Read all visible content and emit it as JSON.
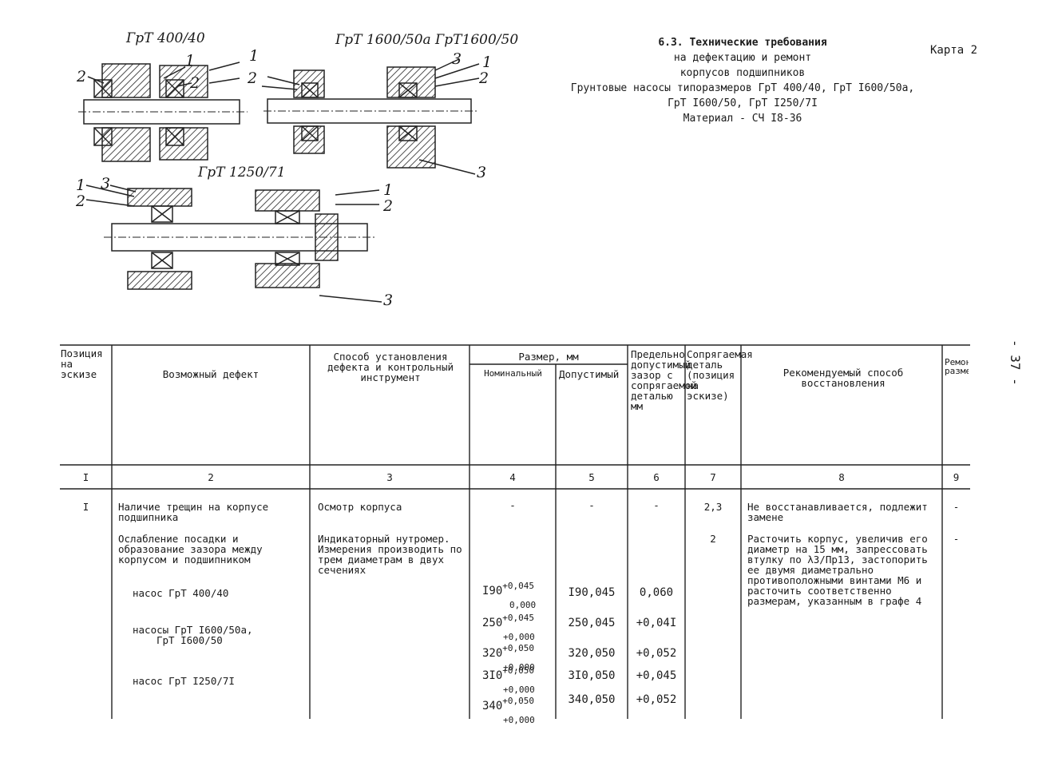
{
  "header": {
    "title": "6.3. Технические требования",
    "line2": "на дефектацию и ремонт",
    "line3": "корпусов подшипников",
    "line4": "Грунтовые насосы типоразмеров ГрТ 400/40, ГрТ I600/50а,",
    "line5": "ГрТ I600/50, ГрТ I250/7I",
    "line6": "Материал - СЧ I8-36",
    "karta": "Карта 2",
    "page_side": "- 37 -"
  },
  "sketch": {
    "label_a": "ГрТ 400/40",
    "label_b": "ГрТ 1600/50а ГрТ1600/50",
    "label_c": "ГрТ 1250/71",
    "callouts": [
      "1",
      "2",
      "3"
    ]
  },
  "table": {
    "headers": {
      "c1": "Позиция на эскизе",
      "c2": "Возможный дефект",
      "c3": "Способ установления дефекта и контрольный инструмент",
      "size": "Размер, мм",
      "c4": "Номинальный",
      "c5": "Допустимый",
      "c6": "Предельно допустимый зазор с сопрягаемой деталью мм",
      "c7": "Сопрягаемая деталь (позиция на эскизе)",
      "c8": "Рекомендуемый способ восстановления",
      "c9": "Ремонтный размер"
    },
    "col_numbers": [
      "I",
      "2",
      "3",
      "4",
      "5",
      "6",
      "7",
      "8",
      "9"
    ],
    "pos": "I",
    "row1": {
      "defect": "Наличие трещин на корпусе подшипника",
      "method": "Осмотр корпуса",
      "nominal": "-",
      "allowed": "-",
      "limit": "-",
      "mating": "2,3",
      "restore": "Не восстанавливается, подлежит замене",
      "repair": "-"
    },
    "row2": {
      "defect": "Ослабление посадки и образование зазора между корпусом и подшипником",
      "method": "Индикаторный нутромер. Измерения производить по трем диаметрам в двух сечениях",
      "mating": "2",
      "restore": "Расточить корпус, увеличив его диаметр на 15 мм, запрессовать втулку по λ3/Пр13, застопорить ее двумя диаметрально противоположными винтами М6 и расточить соответственно размерам, указанным в графе 4",
      "repair": "-"
    },
    "sub1": "насос ГрТ 400/40",
    "sub2a": "насосы ГрТ I600/50а,",
    "sub2b": "ГрТ I600/50",
    "sub3": "насос ГрТ I250/7I",
    "dims": [
      {
        "base": "I90",
        "up": "+0,045",
        "low": "0,000",
        "allowed": "I90,045",
        "limit": "0,060"
      },
      {
        "base": "250",
        "up": "+0,045",
        "low": "+0,000",
        "allowed": "250,045",
        "limit": "+0,04I"
      },
      {
        "base": "320",
        "up": "+0,050",
        "low": "+0,000",
        "allowed": "320,050",
        "limit": "+0,052"
      },
      {
        "base": "3I0",
        "up": "+0,050",
        "low": "+0,000",
        "allowed": "3I0,050",
        "limit": "+0,045"
      },
      {
        "base": "340",
        "up": "+0,050",
        "low": "+0,000",
        "allowed": "340,050",
        "limit": "+0,052"
      }
    ]
  }
}
